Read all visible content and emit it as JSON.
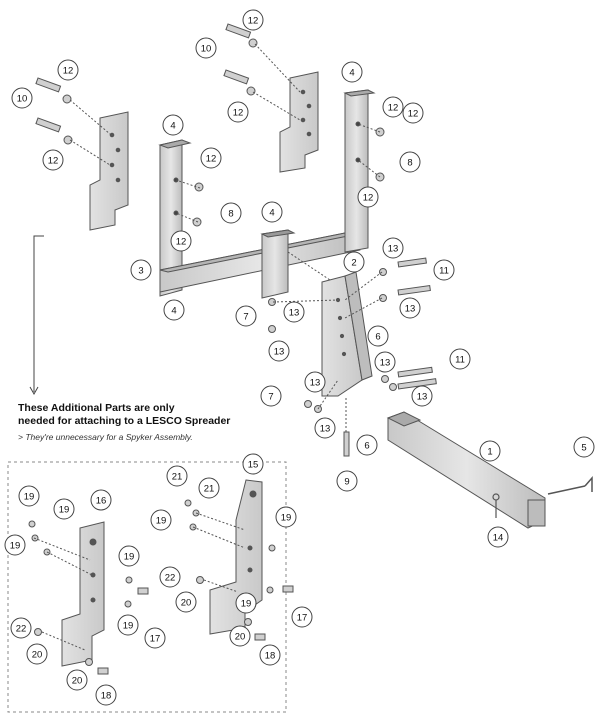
{
  "note": {
    "line1": "These Additional Parts are only",
    "line2": "needed for attaching to a LESCO Spreader",
    "sub": "They're unnecessary for a Spyker Assembly."
  },
  "colors": {
    "part_fill": "#d9d9d9",
    "part_stroke": "#555555",
    "leader": "#333333",
    "callout_ring": "#444444"
  },
  "callouts": [
    {
      "id": "12",
      "n": "12"
    },
    {
      "id": "10",
      "n": "10"
    },
    {
      "id": "12",
      "n": "12"
    },
    {
      "id": "4",
      "n": "4"
    },
    {
      "id": "10",
      "n": "10"
    },
    {
      "id": "12",
      "n": "12"
    },
    {
      "id": "12",
      "n": "12"
    },
    {
      "id": "12",
      "n": "12"
    },
    {
      "id": "4",
      "n": "4"
    },
    {
      "id": "12",
      "n": "12"
    },
    {
      "id": "8",
      "n": "8"
    },
    {
      "id": "12",
      "n": "12"
    },
    {
      "id": "12",
      "n": "12"
    },
    {
      "id": "8",
      "n": "8"
    },
    {
      "id": "4",
      "n": "4"
    },
    {
      "id": "12",
      "n": "12"
    },
    {
      "id": "13",
      "n": "13"
    },
    {
      "id": "3",
      "n": "3"
    },
    {
      "id": "2",
      "n": "2"
    },
    {
      "id": "11",
      "n": "11"
    },
    {
      "id": "4",
      "n": "4"
    },
    {
      "id": "7",
      "n": "7"
    },
    {
      "id": "13",
      "n": "13"
    },
    {
      "id": "13",
      "n": "13"
    },
    {
      "id": "6",
      "n": "6"
    },
    {
      "id": "13",
      "n": "13"
    },
    {
      "id": "13",
      "n": "13"
    },
    {
      "id": "11",
      "n": "11"
    },
    {
      "id": "7",
      "n": "7"
    },
    {
      "id": "13",
      "n": "13"
    },
    {
      "id": "13",
      "n": "13"
    },
    {
      "id": "13",
      "n": "13"
    },
    {
      "id": "6",
      "n": "6"
    },
    {
      "id": "9",
      "n": "9"
    },
    {
      "id": "1",
      "n": "1"
    },
    {
      "id": "5",
      "n": "5"
    },
    {
      "id": "14",
      "n": "14"
    },
    {
      "id": "15",
      "n": "15"
    },
    {
      "id": "21",
      "n": "21"
    },
    {
      "id": "16",
      "n": "16"
    },
    {
      "id": "19",
      "n": "19"
    },
    {
      "id": "21",
      "n": "21"
    },
    {
      "id": "19",
      "n": "19"
    },
    {
      "id": "19",
      "n": "19"
    },
    {
      "id": "19",
      "n": "19"
    },
    {
      "id": "19",
      "n": "19"
    },
    {
      "id": "19",
      "n": "19"
    },
    {
      "id": "22",
      "n": "22"
    },
    {
      "id": "20",
      "n": "20"
    },
    {
      "id": "19",
      "n": "19"
    },
    {
      "id": "17",
      "n": "17"
    },
    {
      "id": "19",
      "n": "19"
    },
    {
      "id": "22",
      "n": "22"
    },
    {
      "id": "17",
      "n": "17"
    },
    {
      "id": "20",
      "n": "20"
    },
    {
      "id": "20",
      "n": "20"
    },
    {
      "id": "18",
      "n": "18"
    },
    {
      "id": "20",
      "n": "20"
    },
    {
      "id": "18",
      "n": "18"
    }
  ]
}
